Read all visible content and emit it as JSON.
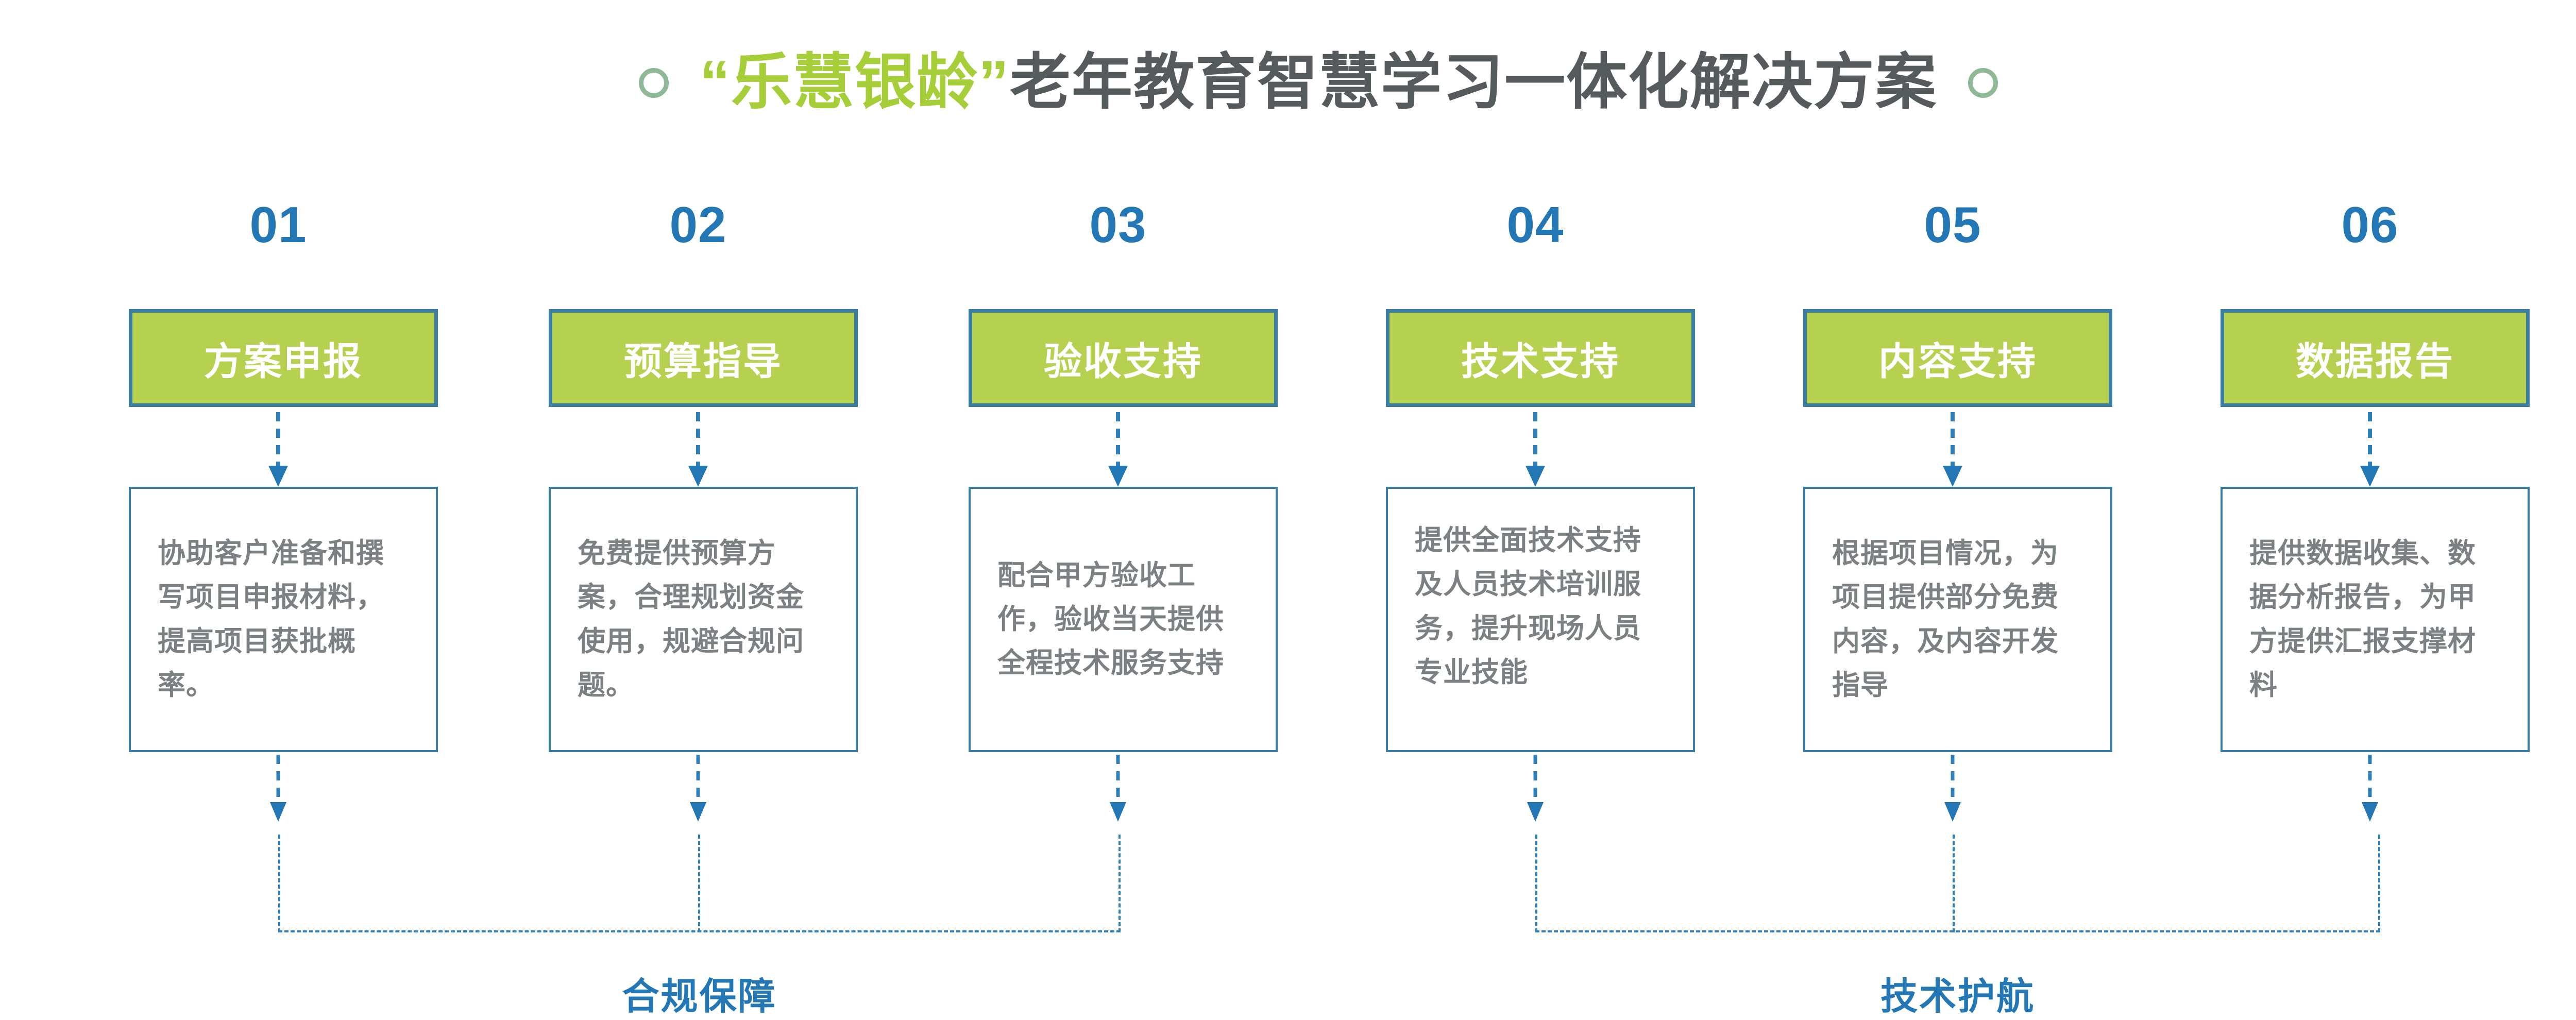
{
  "header": {
    "brand_quoted": "“乐慧银龄”",
    "main_title": "老年教育智慧学习一体化解决方案",
    "decoration_left": "circle-ring",
    "decoration_right": "circle-ring"
  },
  "colors": {
    "brand_green": "#a6ce39",
    "box_green": "#b5d14f",
    "border_blue": "#3a7fa3",
    "accent_blue": "#2277b4",
    "title_gray": "#555a5c",
    "body_gray": "#7b8082",
    "ring_green": "#8fb897",
    "background": "#ffffff"
  },
  "steps": [
    {
      "number": "01",
      "title": "方案申报",
      "description": "协助客户准备和撰写项目申报材料，提高项目获批概率。"
    },
    {
      "number": "02",
      "title": "预算指导",
      "description": "免费提供预算方案，合理规划资金使用，规避合规问题。"
    },
    {
      "number": "03",
      "title": "验收支持",
      "description": "配合甲方验收工作，验收当天提供全程技术服务支持"
    },
    {
      "number": "04",
      "title": "技术支持",
      "description": "提供全面技术支持及人员技术培训服务，提升现场人员专业技能"
    },
    {
      "number": "05",
      "title": "内容支持",
      "description": "根据项目情况，为项目提供部分免费内容，及内容开发指导"
    },
    {
      "number": "06",
      "title": "数据报告",
      "description": "提供数据收集、数据分析报告，为甲方提供汇报支撑材料"
    }
  ],
  "groups": [
    {
      "label": "合规保障",
      "covers": [
        "01",
        "02",
        "03"
      ]
    },
    {
      "label": "技术护航",
      "covers": [
        "04",
        "05",
        "06"
      ]
    }
  ]
}
